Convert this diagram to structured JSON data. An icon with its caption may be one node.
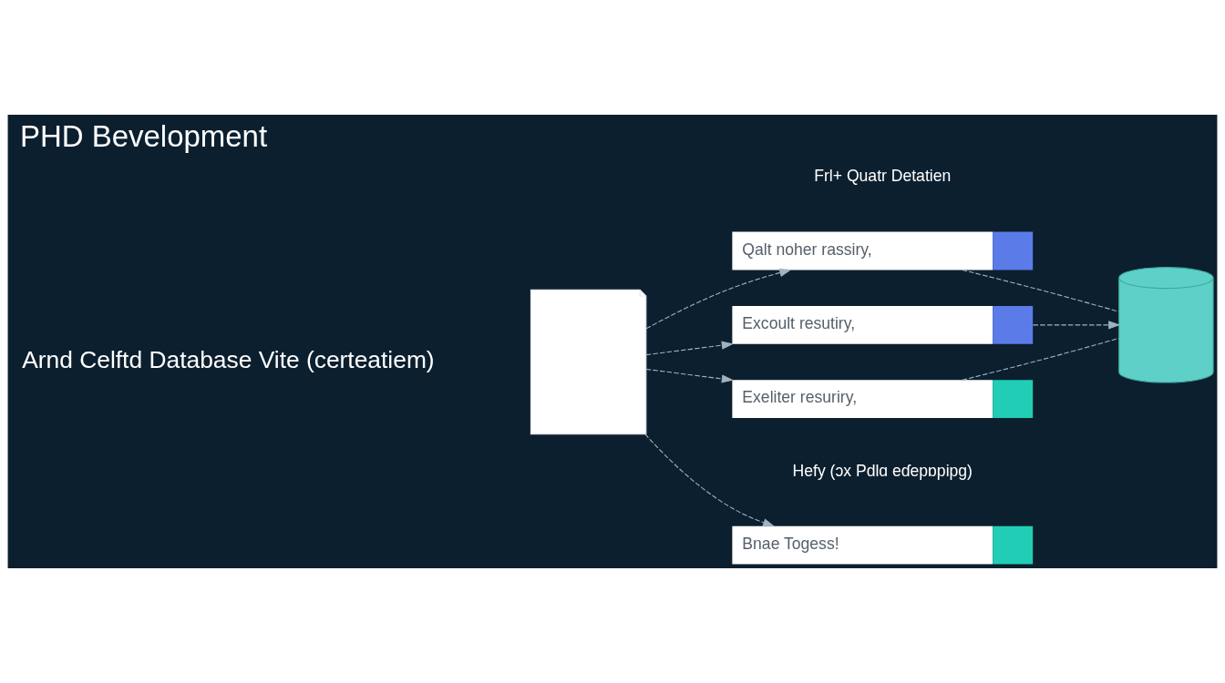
{
  "diagram": {
    "title": "PHD Bevelopment",
    "nodes": [
      {
        "text": [],
        "shape": "picture"
      },
      {
        "text": [
          "Qalt noher rassiry,"
        ]
      },
      {
        "text": [
          "Excoult resutiry,"
        ]
      },
      {
        "text": [
          "Exeliter resuriry,"
        ]
      },
      {
        "text": [
          "Bnae Togess!"
        ]
      },
      {
        "text": [],
        "shape": "cylinder"
      }
    ],
    "edges": [
      {
        "from": 0,
        "to": 1,
        "arrow": "to",
        "style": "dashed"
      },
      {
        "from": 0,
        "to": 2,
        "arrow": "to",
        "style": "dashed"
      },
      {
        "from": 0,
        "to": 3,
        "arrow": "to",
        "style": "dashed"
      },
      {
        "from": 0,
        "to": 4,
        "arrow": "to",
        "style": "dashed"
      },
      {
        "from": 1,
        "to": 5,
        "arrow": "none",
        "style": "dashed"
      },
      {
        "from": 2,
        "to": 5,
        "arrow": "to",
        "style": "dashed"
      },
      {
        "from": 3,
        "to": 5,
        "arrow": "none",
        "style": "dashed"
      }
    ],
    "labels": [
      "Arnd Celftd Database Vite (certeatiem)",
      "Frl+ Quatr Detatien",
      "Hefy (ɔx Pdlɑ eɗepɒpipg)"
    ]
  }
}
